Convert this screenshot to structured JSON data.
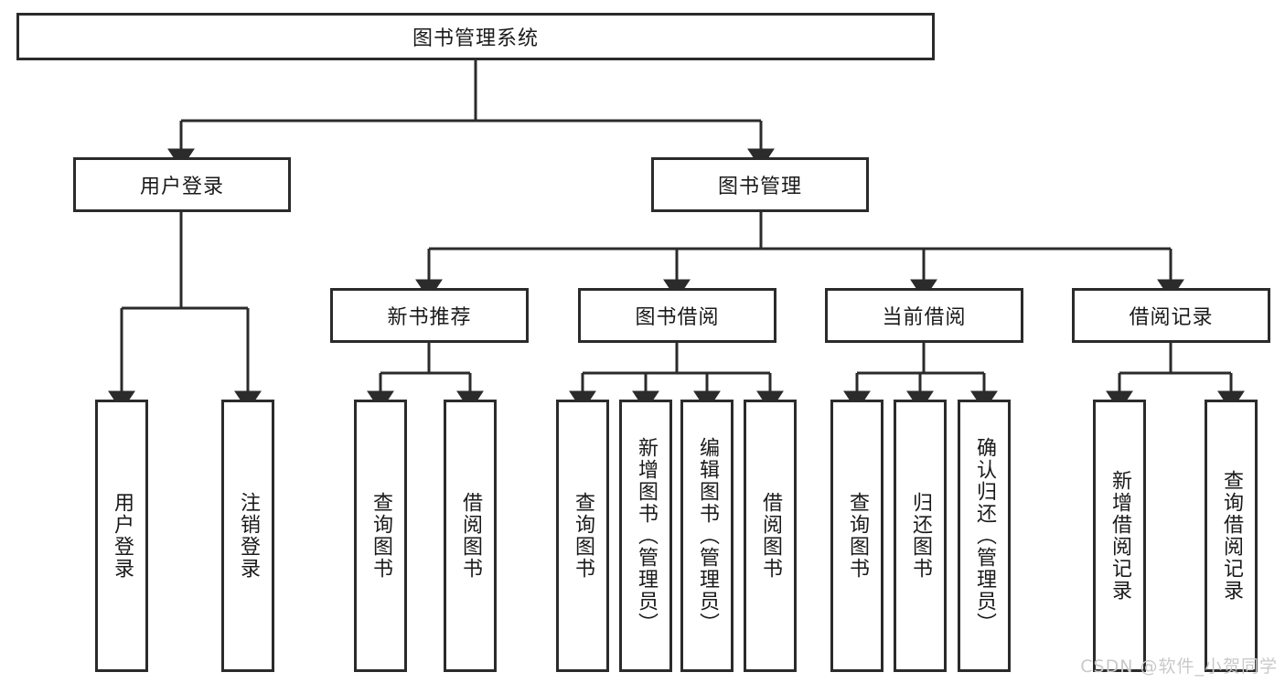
{
  "diagram": {
    "title": "图书管理系统",
    "type": "functional-hierarchy-tree",
    "root": {
      "label": "图书管理系统"
    },
    "level1": [
      {
        "label": "用户登录"
      },
      {
        "label": "图书管理"
      }
    ],
    "level2": [
      {
        "label": "新书推荐",
        "parent": "图书管理"
      },
      {
        "label": "图书借阅",
        "parent": "图书管理"
      },
      {
        "label": "当前借阅",
        "parent": "图书管理"
      },
      {
        "label": "借阅记录",
        "parent": "图书管理"
      }
    ],
    "leaves": {
      "user_login": [
        {
          "label": "用户登录"
        },
        {
          "label": "注销登录"
        }
      ],
      "new_book_recommend": [
        {
          "label": "查询图书"
        },
        {
          "label": "借阅图书"
        }
      ],
      "book_borrow": [
        {
          "label": "查询图书"
        },
        {
          "label": "新增图书（管理员）"
        },
        {
          "label": "编辑图书（管理员）"
        },
        {
          "label": "借阅图书"
        }
      ],
      "current_borrow": [
        {
          "label": "查询图书"
        },
        {
          "label": "归还图书"
        },
        {
          "label": "确认归还（管理员）"
        }
      ],
      "borrow_record": [
        {
          "label": "新增借阅记录"
        },
        {
          "label": "查询借阅记录"
        }
      ]
    }
  },
  "watermark": {
    "text": "CSDN @软件_小贺同学"
  },
  "colors": {
    "stroke": "#2b2b2b",
    "background": "#ffffff",
    "text": "#1a1a1a",
    "watermark": "#c9c9c9"
  }
}
